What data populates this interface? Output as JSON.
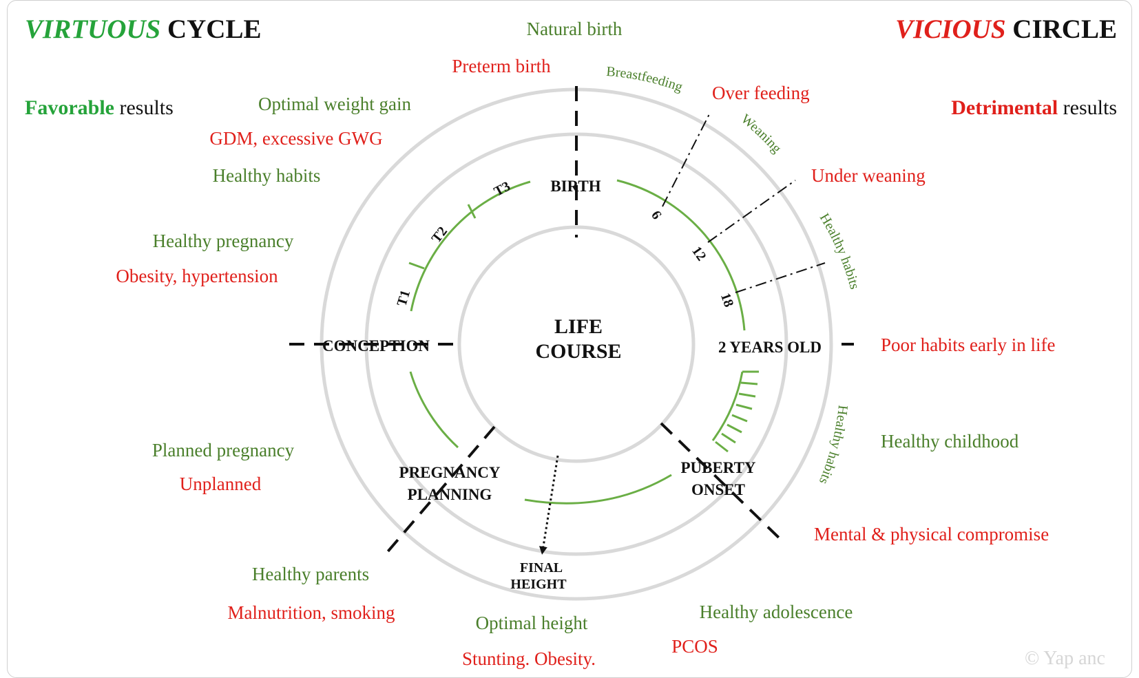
{
  "header": {
    "virtuous_word": "VIRTUOUS",
    "virtuous_rest": " CYCLE",
    "vicious_word": "VICIOUS",
    "vicious_rest": " CIRCLE",
    "favorable_word": "Favorable",
    "favorable_rest": " results",
    "detrimental_word": "Detrimental",
    "detrimental_rest": " results"
  },
  "center": {
    "line1": "LIFE",
    "line2": "COURSE"
  },
  "stages": {
    "birth": "BIRTH",
    "conception": "CONCEPTION",
    "two_years": "2 YEARS OLD",
    "puberty_1": "PUBERTY",
    "puberty_2": "ONSET",
    "planning_1": "PREGNANCY",
    "planning_2": "PLANNING",
    "final_1": "FINAL",
    "final_2": "HEIGHT"
  },
  "ticks": {
    "t1": "T1",
    "t2": "T2",
    "t3": "T3",
    "m6": "6",
    "m12": "12",
    "m18": "18"
  },
  "arc_labels": {
    "breastfeeding": "Breastfeeding",
    "weaning": "Weaning",
    "healthy_habits_1": "Healthy habits",
    "healthy_habits_2": "Healthy habits"
  },
  "outcomes": {
    "natural_birth": "Natural birth",
    "preterm_birth": "Preterm birth",
    "over_feeding": "Over feeding",
    "optimal_weight_gain": "Optimal weight gain",
    "gdm": "GDM, excessive GWG",
    "healthy_habits": "Healthy habits",
    "under_weaning": "Under weaning",
    "healthy_pregnancy": "Healthy pregnancy",
    "obesity_hypertension": "Obesity, hypertension",
    "poor_habits": "Poor habits early in life",
    "planned_pregnancy": "Planned pregnancy",
    "unplanned": "Unplanned",
    "healthy_childhood": "Healthy childhood",
    "mental_physical": "Mental & physical compromise",
    "healthy_parents": "Healthy parents",
    "malnutrition": "Malnutrition, smoking",
    "optimal_height": "Optimal height",
    "stunting": "Stunting. Obesity.",
    "healthy_adolescence": "Healthy adolescence",
    "pcos": "PCOS"
  },
  "watermark": "© Yap anc",
  "colors": {
    "green": "#4a7f2b",
    "bright_green": "#25a33a",
    "red": "#e0201b",
    "ring_gray": "#d9d9d9",
    "arc_green": "#6aae45"
  }
}
